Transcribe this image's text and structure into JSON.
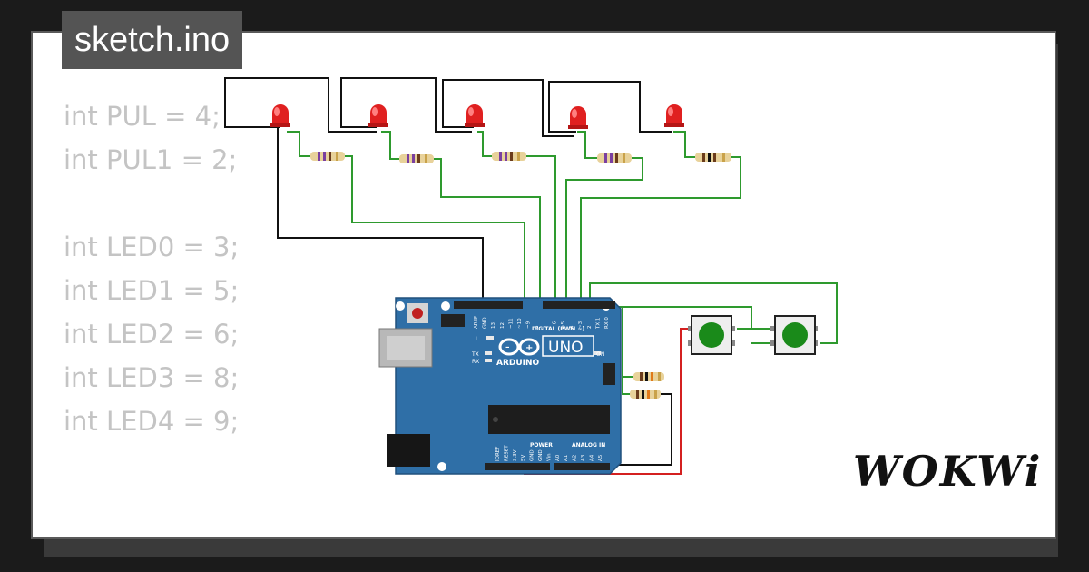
{
  "tab": {
    "title": "sketch.ino"
  },
  "code": {
    "lines": [
      "int PUL = 4;",
      "int PUL1 = 2;",
      "",
      "int LED0 = 3;",
      "int LED1 = 5;",
      "int LED2 = 6;",
      "int LED3 = 8;",
      "int LED4 = 9;"
    ]
  },
  "board": {
    "uno_label": "UNO",
    "arduino_label": "ARDUINO",
    "digital_label": "DIGITAL (PWM ~)",
    "power_label": "POWER",
    "analog_label": "ANALOG IN",
    "on_label": "ON",
    "l_label": "L",
    "tx_label": "TX",
    "rx_label": "RX",
    "top_pins": [
      "AREF",
      "GND",
      "13",
      "12",
      "~11",
      "~10",
      "~9",
      "8",
      "7",
      "~6",
      "~5",
      "4",
      "~3",
      "2",
      "TX 1",
      "RX 0"
    ],
    "bottom_pins": [
      "IOREF",
      "RESET",
      "3.3V",
      "5V",
      "GND",
      "GND",
      "Vin",
      "A0",
      "A1",
      "A2",
      "A3",
      "A4",
      "A5"
    ]
  },
  "colors": {
    "led": "#e02020",
    "wire_green": "#2e9a2e",
    "wire_black": "#111111",
    "wire_red": "#d42020",
    "board_blue": "#2f6fa7",
    "button_green": "#1a8a1a"
  },
  "brand": {
    "logo": "WOKWi"
  }
}
